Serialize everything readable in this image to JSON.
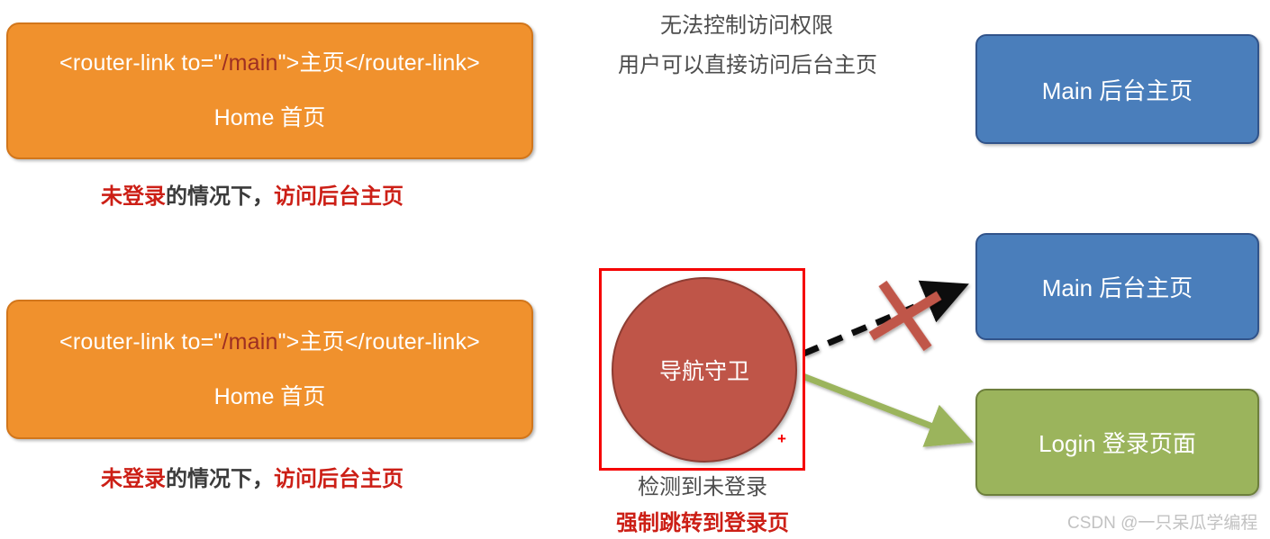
{
  "diagram": {
    "title": "Vue Router navigation guard flow",
    "colors": {
      "orange_fill": "#f0912d",
      "orange_border": "#d2761b",
      "blue_fill": "#4a7ebb",
      "blue_border": "#31538a",
      "green_fill": "#9bb45c",
      "green_border": "#6d7f3c",
      "circle_fill": "#bf5548",
      "circle_border": "#8e3d33",
      "highlight_red": "#f50000",
      "annotation_red": "#cc1f16",
      "annotation_gray": "#4d4d4d",
      "code_path_red": "#9e2f22",
      "x_mark_red": "#c0564a",
      "green_arrow": "#9bb45c",
      "watermark_gray": "#c2c2c2"
    }
  },
  "row_top": {
    "home_node": {
      "code_prefix": "<router-link to=\"",
      "code_path": "/main",
      "code_suffix": "\">主页</router-link>",
      "subtitle": "Home 首页"
    },
    "arrow_labels": {
      "line1": "无法控制访问权限",
      "line2": "用户可以直接访问后台主页"
    },
    "main_node": {
      "label": "Main 后台主页"
    },
    "caption": {
      "seg1": "未登录",
      "seg2": "的情况下，",
      "seg3": "访问后台主页"
    }
  },
  "row_bottom": {
    "home_node": {
      "code_prefix": "<router-link to=\"",
      "code_path": "/main",
      "code_suffix": "\">主页</router-link>",
      "subtitle": "Home 首页"
    },
    "caption": {
      "seg1": "未登录",
      "seg2": "的情况下，",
      "seg3": "访问后台主页"
    },
    "guard": {
      "circle_label": "导航守卫",
      "plus_glyph": "+",
      "caption_gray": "检测到未登录",
      "caption_red": "强制跳转到登录页"
    },
    "main_node": {
      "label": "Main 后台主页"
    },
    "login_node": {
      "label": "Login 登录页面"
    },
    "blocked_marker": "x-mark-icon"
  },
  "watermark": {
    "text": "CSDN @一只呆瓜学编程"
  }
}
